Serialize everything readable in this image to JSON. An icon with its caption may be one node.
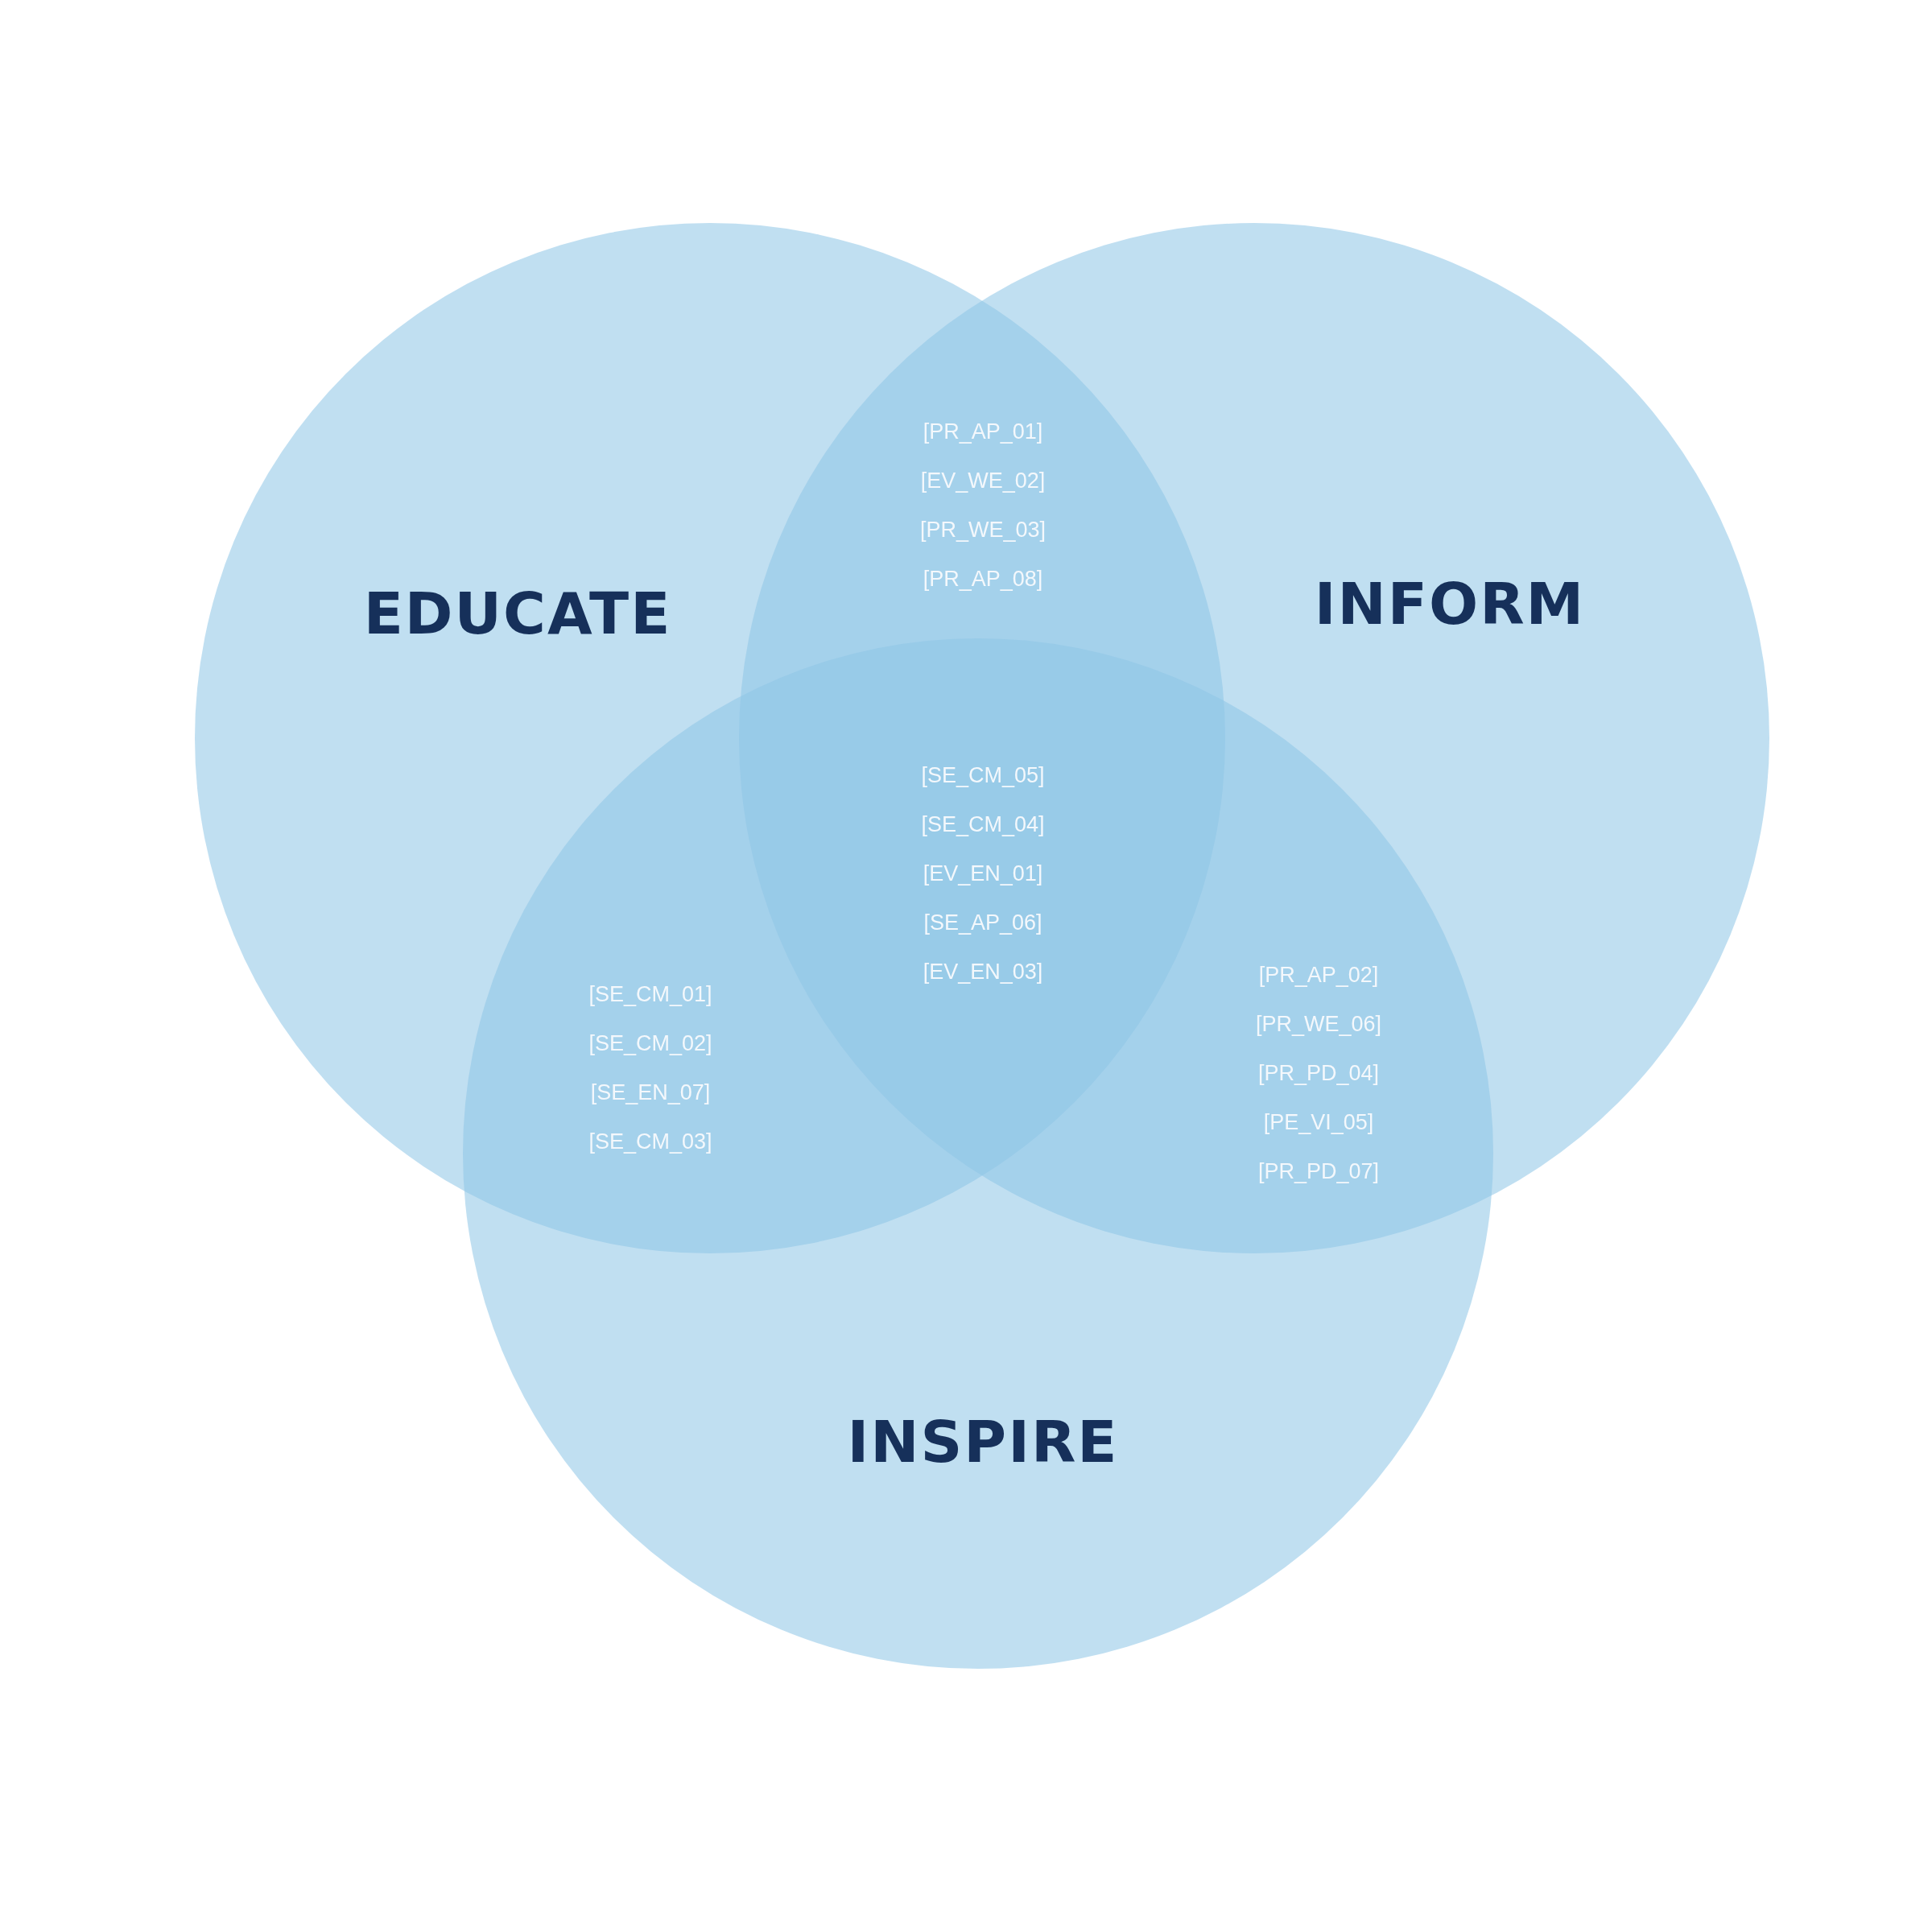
{
  "diagram": {
    "nodes": [
      {
        "text": [
          "EDUCATE"
        ]
      },
      {
        "text": [
          "INFORM"
        ]
      },
      {
        "text": [
          "INSPIRE"
        ]
      }
    ],
    "labels": [
      "[PR_AP_01]",
      "[EV_WE_02]",
      "[PR_WE_03]",
      "[PR_AP_08]",
      "[SE_CM_05]",
      "[SE_CM_04]",
      "[EV_EN_01]",
      "[SE_AP_06]",
      "[EV_EN_03]",
      "[SE_CM_01]",
      "[SE_CM_02]",
      "[SE_EN_07]",
      "[SE_CM_03]",
      "[PR_AP_02]",
      "[PR_WE_06]",
      "[PR_PD_04]",
      "[PE_VI_05]",
      "[PR_PD_07]"
    ]
  }
}
